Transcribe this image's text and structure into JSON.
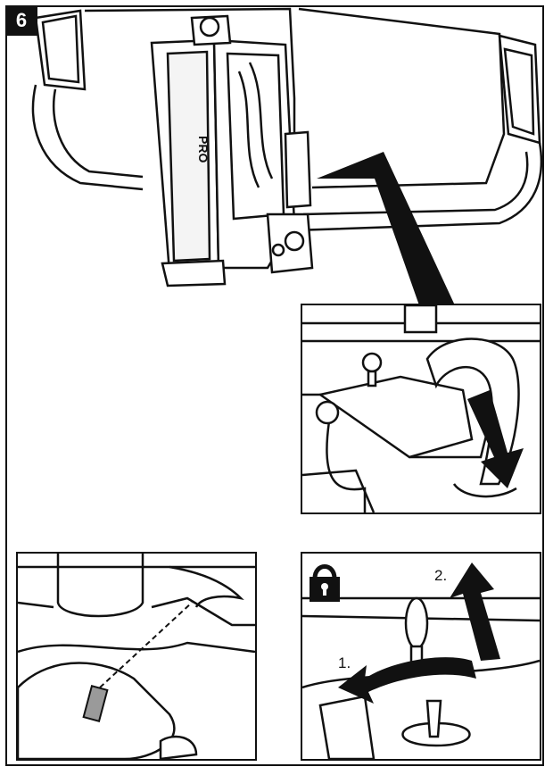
{
  "step": {
    "number": "6"
  },
  "rack": {
    "brand_text": "PRO"
  },
  "panels": {
    "lock_panel": {
      "icon": "padlock-icon",
      "steps": [
        {
          "label": "1.",
          "direction": "rotate-left"
        },
        {
          "label": "2.",
          "direction": "pull-up"
        }
      ]
    }
  },
  "colors": {
    "ink": "#111111",
    "paper": "#ffffff",
    "marker": "#9a9a9a"
  }
}
